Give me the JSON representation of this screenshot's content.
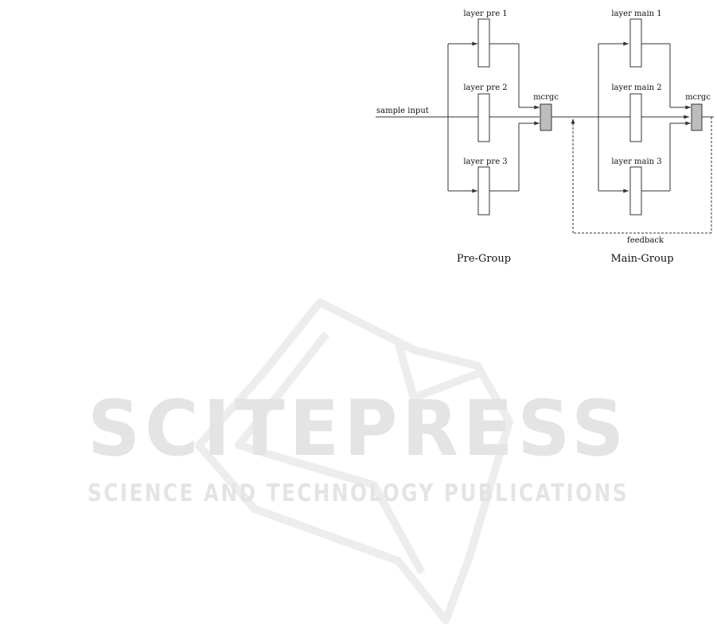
{
  "diagram": {
    "input_label": "sample input",
    "pre_group": {
      "title": "Pre-Group",
      "layers": [
        "layer pre 1",
        "layer pre 2",
        "layer pre 3"
      ],
      "merge_label": "mcrgc"
    },
    "main_group": {
      "title": "Main-Group",
      "layers": [
        "layer main 1",
        "layer main 2",
        "layer main 3"
      ],
      "merge_label": "mcrgc"
    },
    "feedback_label": "feedback"
  },
  "watermark": {
    "line1": "SCITEPRESS",
    "line2": "SCIENCE AND TECHNOLOGY PUBLICATIONS",
    "color": "#e6e6e6"
  },
  "colors": {
    "line": "#333333",
    "merge_fill": "#bdbdbd",
    "box_fill": "#ffffff"
  }
}
